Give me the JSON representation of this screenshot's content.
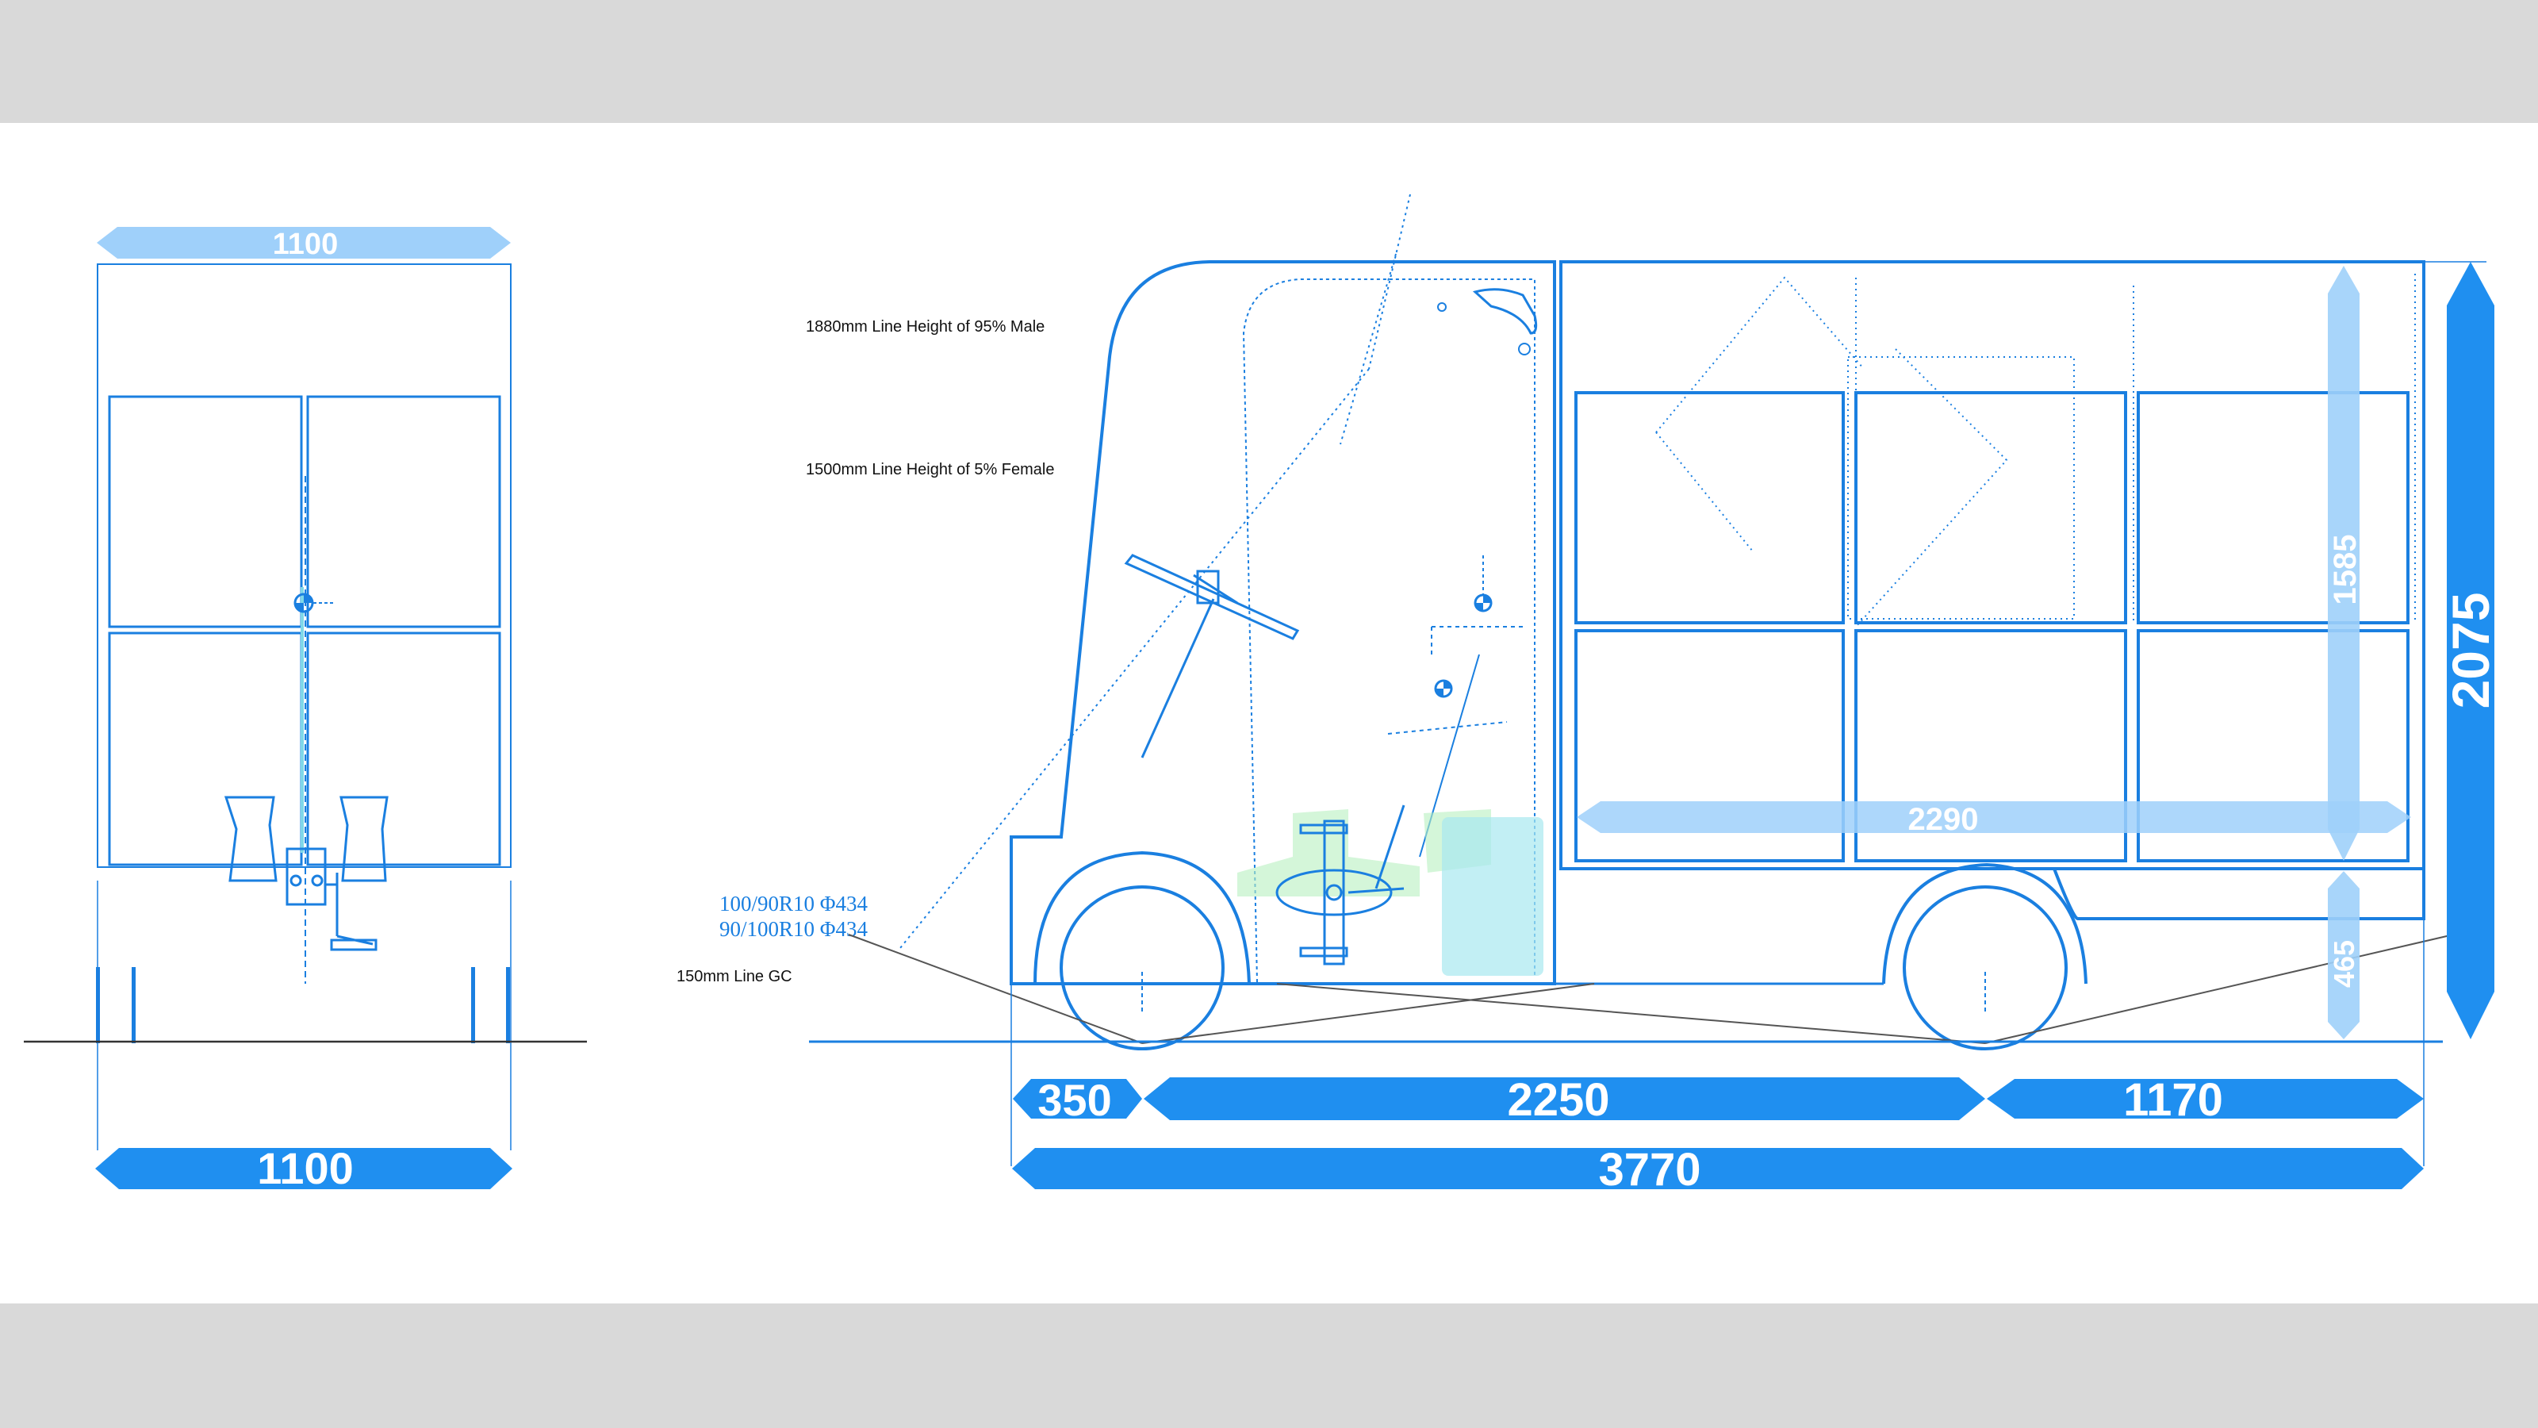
{
  "colors": {
    "line": "#1a7fe0",
    "arrow_dark": "#1f8ff0",
    "arrow_light": "#9fd0fa",
    "ground": "#333333",
    "text_white": "#ffffff",
    "accent_green": "#b8f0c0",
    "accent_cyan": "#a8e8f0"
  },
  "front_view": {
    "top_width": "1100",
    "bottom_width": "1100"
  },
  "side_view": {
    "notes": {
      "male_height": "1880mm Line Height of 95% Male",
      "female_height": "1500mm Line Height of 5% Female",
      "ground_clearance": "150mm Line GC"
    },
    "tires": {
      "tire_front": "100/90R10 Φ434",
      "tire_rear": "90/100R10 Φ434"
    },
    "dimensions": {
      "front_overhang": "350",
      "wheelbase": "2250",
      "rear_overhang": "1170",
      "total_length": "3770",
      "cargo_length": "2290",
      "cargo_height": "1585",
      "floor_height": "465",
      "total_height": "2075"
    }
  }
}
